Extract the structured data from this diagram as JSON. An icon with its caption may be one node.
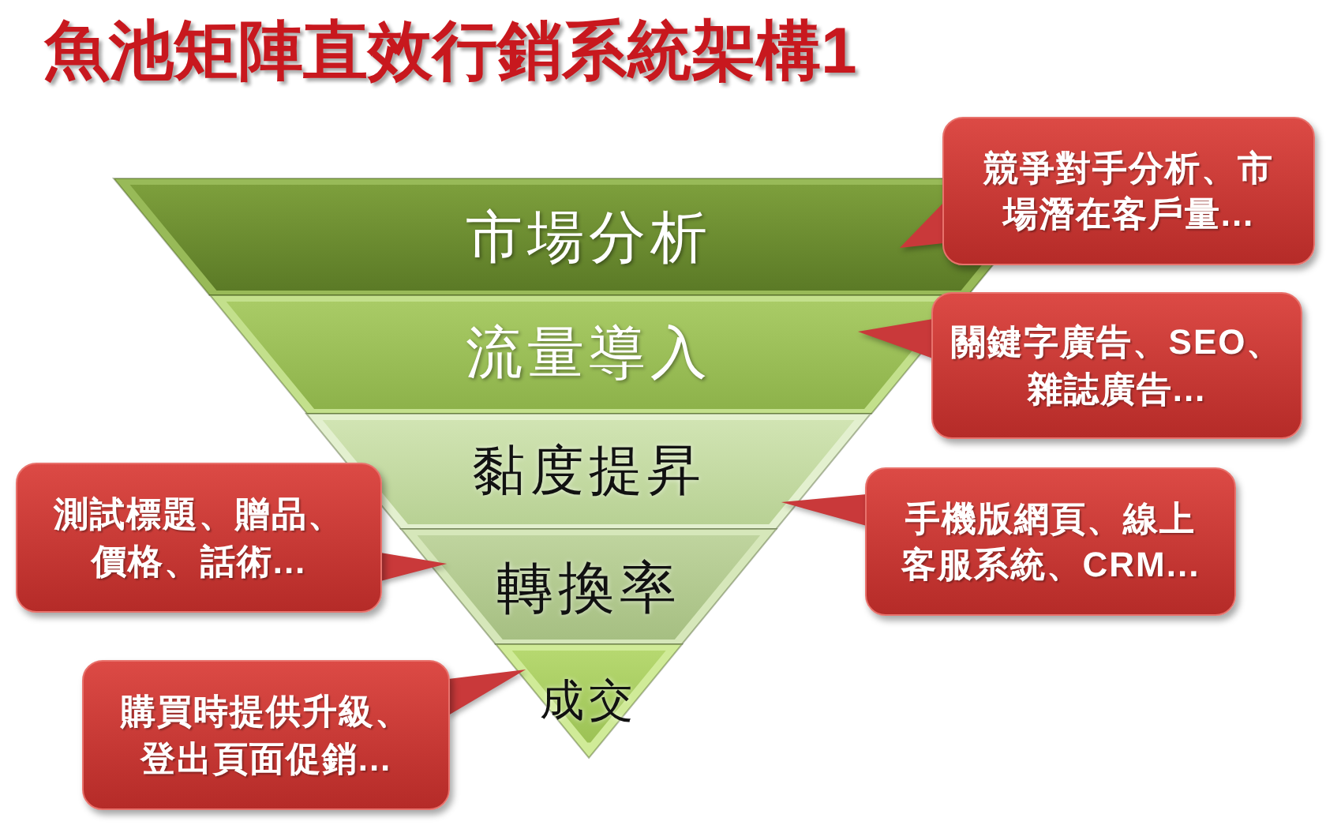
{
  "diagram": {
    "title": "魚池矩陣直效行銷系統架構1",
    "nodes": [
      {
        "text": [
          "市場分析"
        ]
      },
      {
        "text": [
          "流量導入"
        ]
      },
      {
        "text": [
          "黏度提昇"
        ]
      },
      {
        "text": [
          "轉換率"
        ]
      },
      {
        "text": [
          "成交"
        ]
      },
      {
        "text": [
          "競爭對手分析、市場潛在客戶量..."
        ]
      },
      {
        "text": [
          "關鍵字廣告、SEO、雜誌廣告..."
        ]
      },
      {
        "text": [
          "手機版網頁、線上客服系統、CRM..."
        ]
      },
      {
        "text": [
          "測試標題、贈品、價格、話術..."
        ]
      },
      {
        "text": [
          "購買時提供升級、登出頁面促銷..."
        ]
      }
    ],
    "edges": [
      {
        "from": 5,
        "to": 0,
        "arrow": "to"
      },
      {
        "from": 6,
        "to": 1,
        "arrow": "to"
      },
      {
        "from": 7,
        "to": 2,
        "arrow": "to"
      },
      {
        "from": 8,
        "to": 3,
        "arrow": "to"
      },
      {
        "from": 9,
        "to": 4,
        "arrow": "to"
      }
    ]
  }
}
